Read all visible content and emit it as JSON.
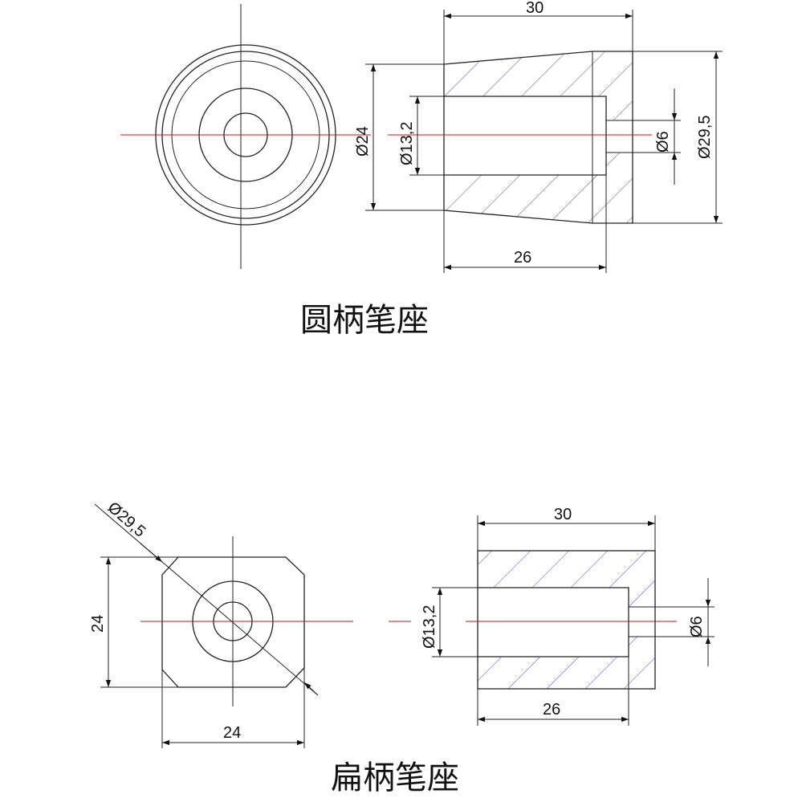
{
  "round_base": {
    "caption": "圆柄笔座",
    "dims": {
      "top_length": "30",
      "bottom_length": "26",
      "small_diameter": "Ø24",
      "bore_diameter": "Ø13,2",
      "pin_hole_diameter": "Ø6",
      "large_diameter": "Ø29,5"
    }
  },
  "flat_base": {
    "caption": "扁柄笔座",
    "dims": {
      "diagonal": "Ø29,5",
      "height": "24",
      "width": "24",
      "top_length": "30",
      "bore_diameter": "Ø13,2",
      "pin_hole_diameter": "Ø6",
      "bottom_length": "26"
    }
  },
  "colors": {
    "outline": "#222222",
    "centerline": "#d01010",
    "hatch": "#3b3bb0"
  }
}
